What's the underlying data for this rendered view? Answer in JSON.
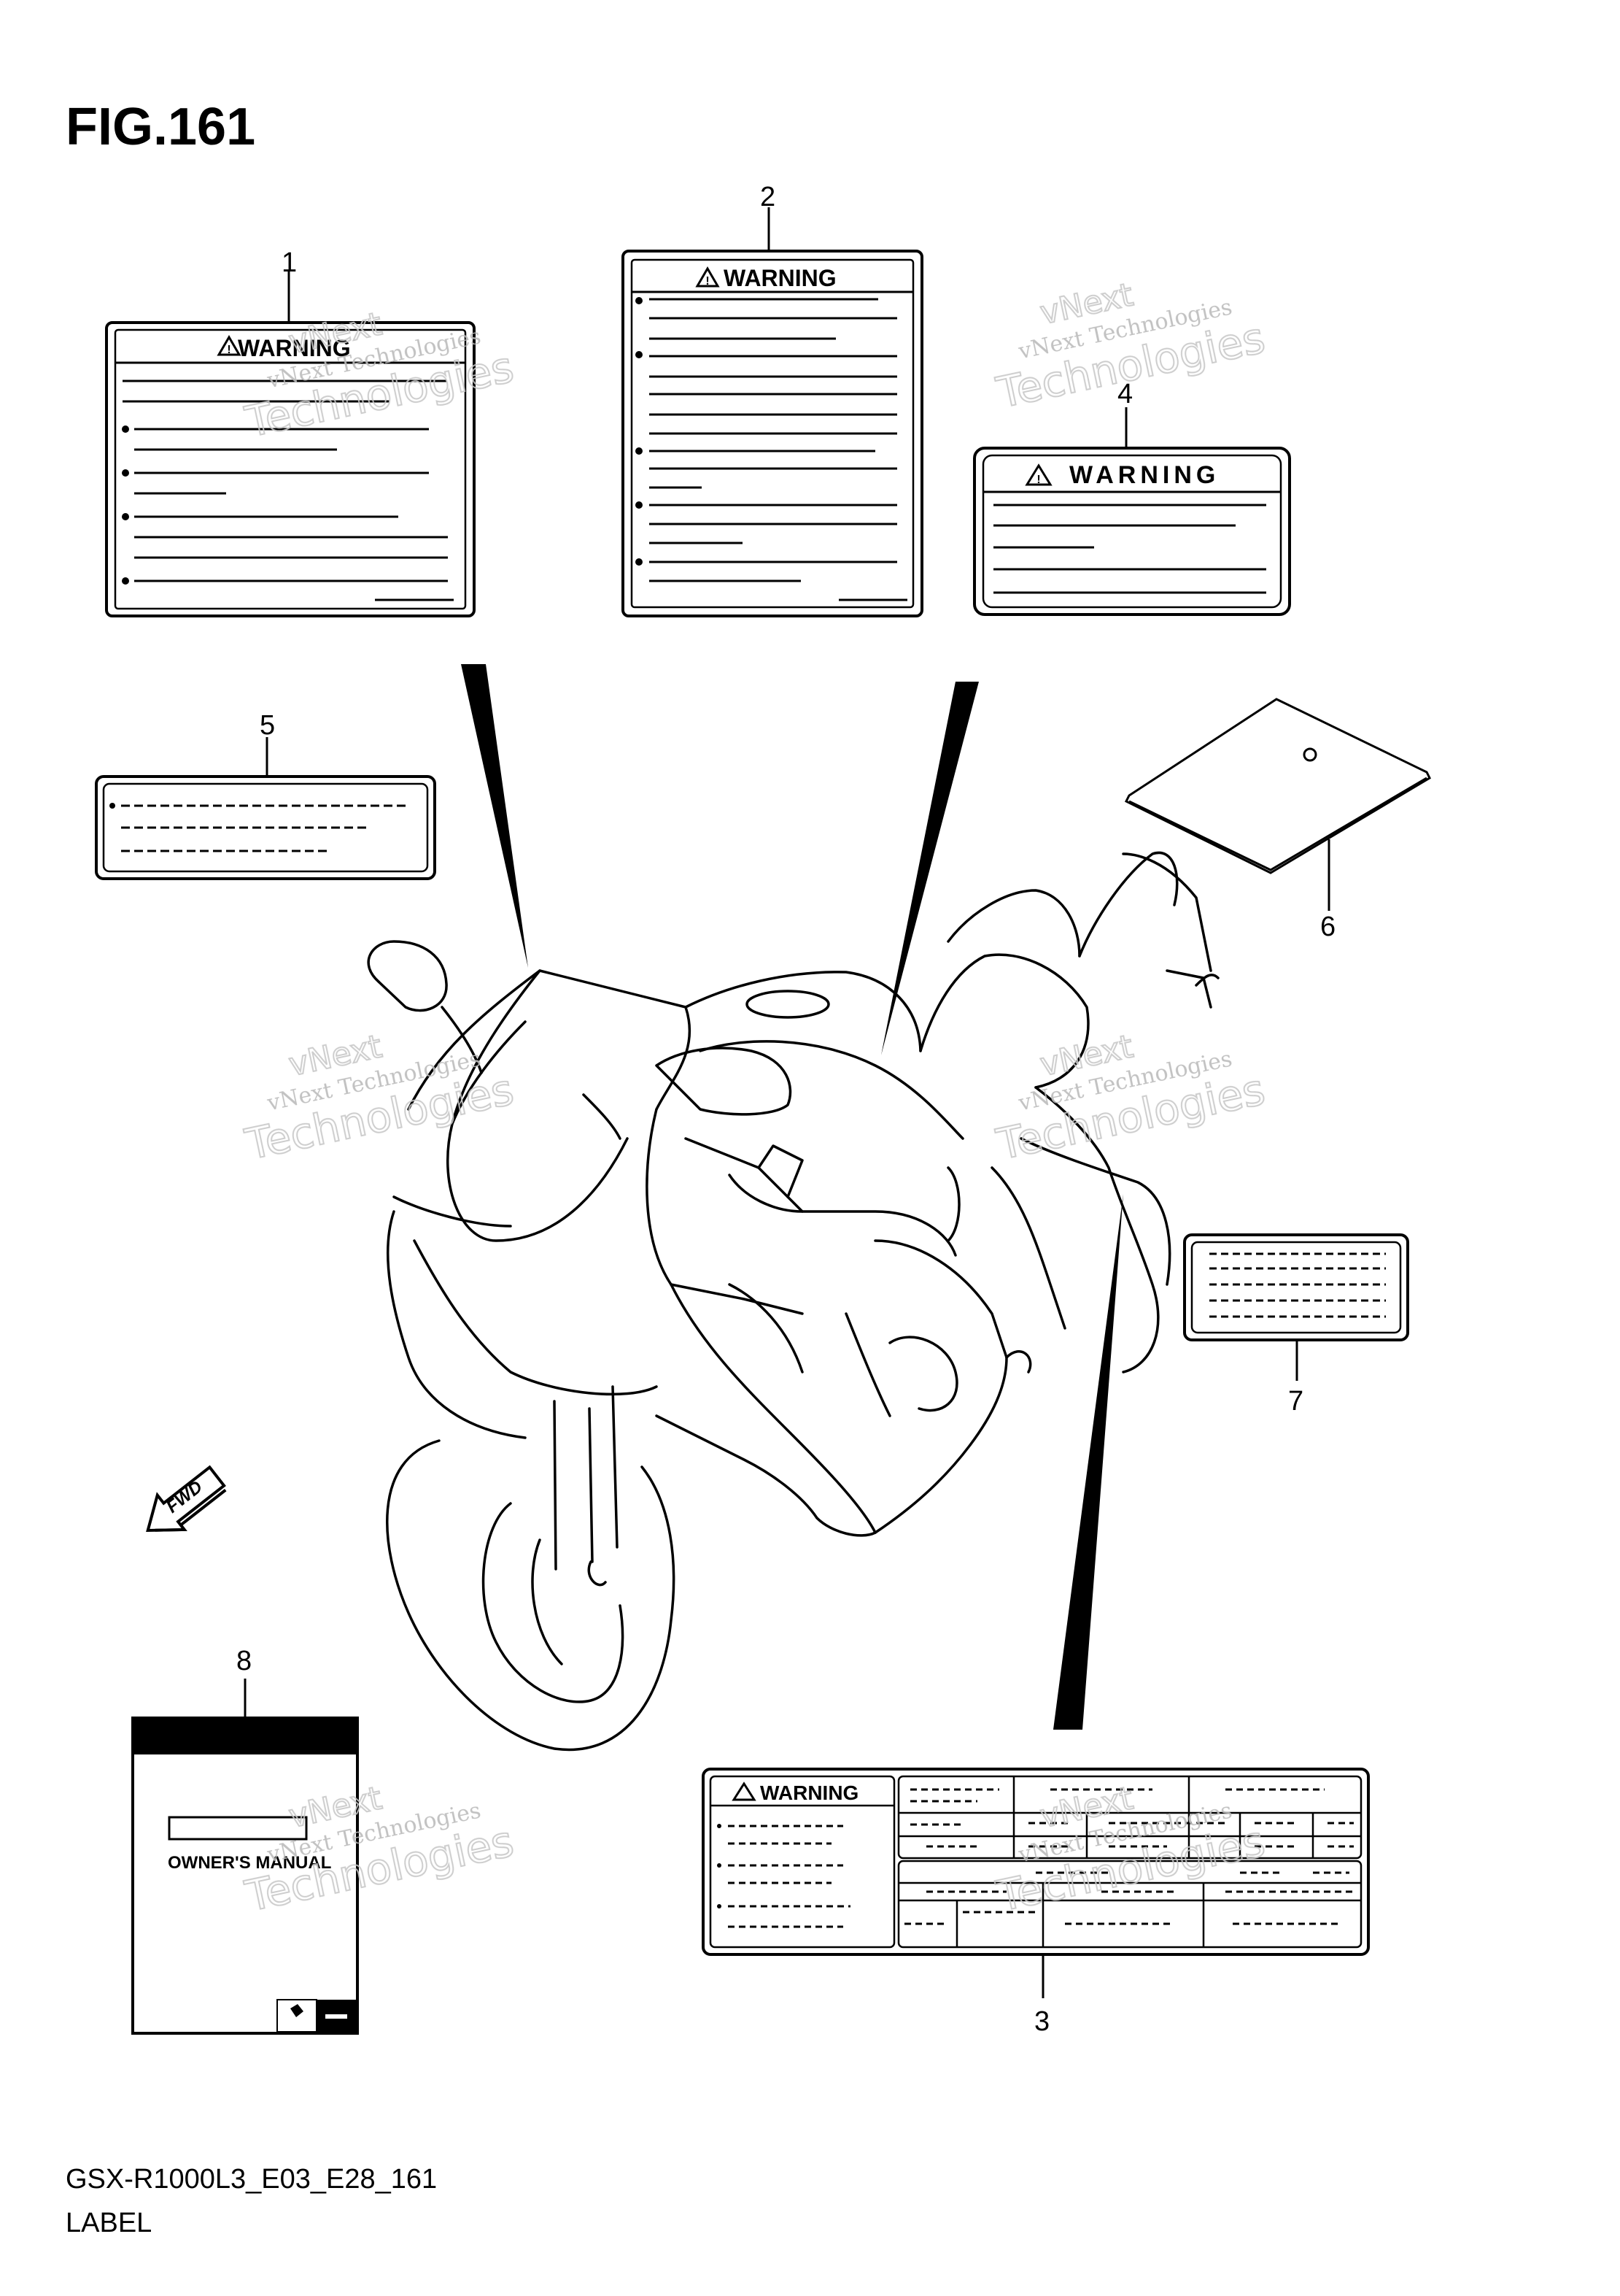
{
  "figure": {
    "title": "FIG.161"
  },
  "footer": {
    "code": "GSX-R1000L3_E03_E28_161",
    "caption": "LABEL"
  },
  "callouts": [
    "1",
    "2",
    "3",
    "4",
    "5",
    "6",
    "7",
    "8"
  ],
  "labels": {
    "warning_text": "WARNING",
    "owners_manual_text": "OWNER'S MANUAL"
  },
  "direction_badge": "FWD",
  "watermark": {
    "line1": "vNext Technologies",
    "line2": "Technologies",
    "line3": "vNext"
  }
}
